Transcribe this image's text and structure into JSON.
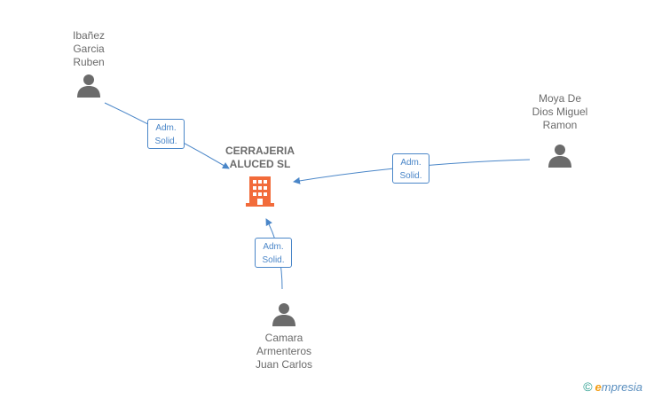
{
  "company": {
    "name": "CERRAJERIA\nALUCED SL"
  },
  "people": [
    {
      "name": "Ibañez\nGarcia\nRuben",
      "role_line1": "Adm.",
      "role_line2": "Solid."
    },
    {
      "name": "Moya De\nDios Miguel\nRamon",
      "role_line1": "Adm.",
      "role_line2": "Solid."
    },
    {
      "name": "Camara\nArmenteros\nJuan Carlos",
      "role_line1": "Adm.",
      "role_line2": "Solid."
    }
  ],
  "footer": {
    "copyright": "©",
    "brand_initial": "e",
    "brand_rest": "mpresia"
  },
  "colors": {
    "edge": "#4a86c8",
    "building": "#f26b3a",
    "person": "#6b6b6b"
  }
}
